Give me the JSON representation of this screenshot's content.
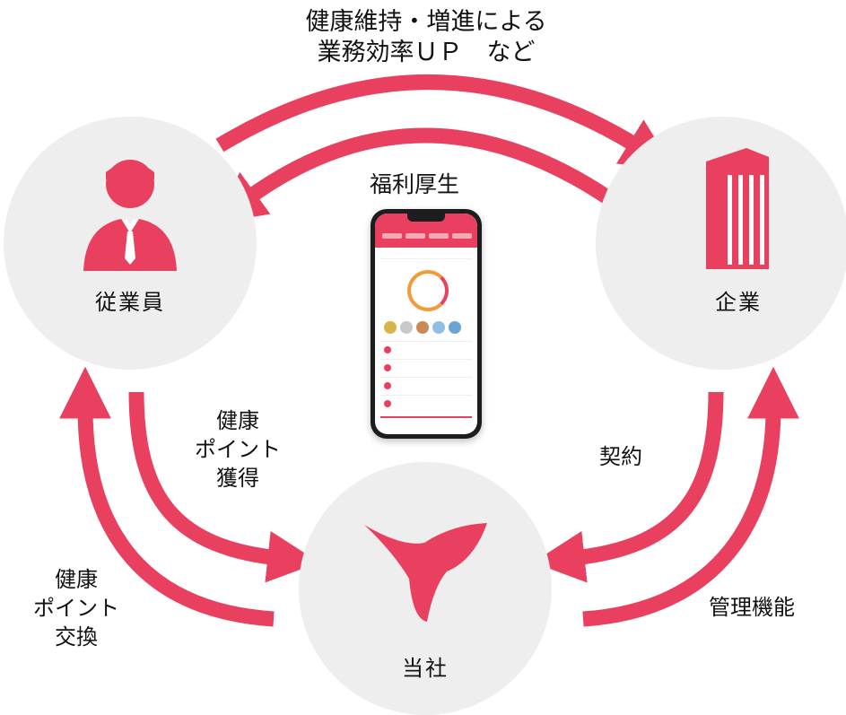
{
  "title": {
    "line1": "健康維持・増進による",
    "line2": "業務効率ＵＰ　など"
  },
  "nodes": {
    "employee": "従業員",
    "company": "企業",
    "our_company": "当社"
  },
  "flows": {
    "welfare": "福利厚生",
    "earn_points": [
      "健康",
      "ポイント",
      "獲得"
    ],
    "exchange_points": [
      "健康",
      "ポイント",
      "交換"
    ],
    "contract": "契約",
    "management": "管理機能"
  },
  "colors": {
    "accent": "#e8405e",
    "node_bg": "#eeeeee",
    "text": "#111111"
  },
  "icons": [
    "person-icon",
    "building-icon",
    "brand-logo-icon",
    "smartphone-app-image"
  ]
}
